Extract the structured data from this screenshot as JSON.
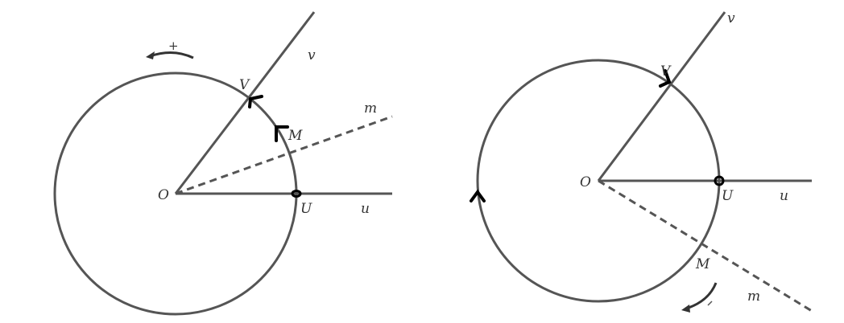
{
  "left_figure": {
    "labels": {
      "origin": "O",
      "point_v": "V",
      "point_m": "M",
      "point_u": "U",
      "ray_u": "u",
      "ray_v": "v",
      "ray_m": "m"
    },
    "orientation_sign": "+"
  },
  "right_figure": {
    "labels": {
      "origin": "O",
      "point_v": "V",
      "point_m": "M",
      "point_u": "U",
      "ray_u": "u",
      "ray_v": "v",
      "ray_m": "m"
    }
  }
}
